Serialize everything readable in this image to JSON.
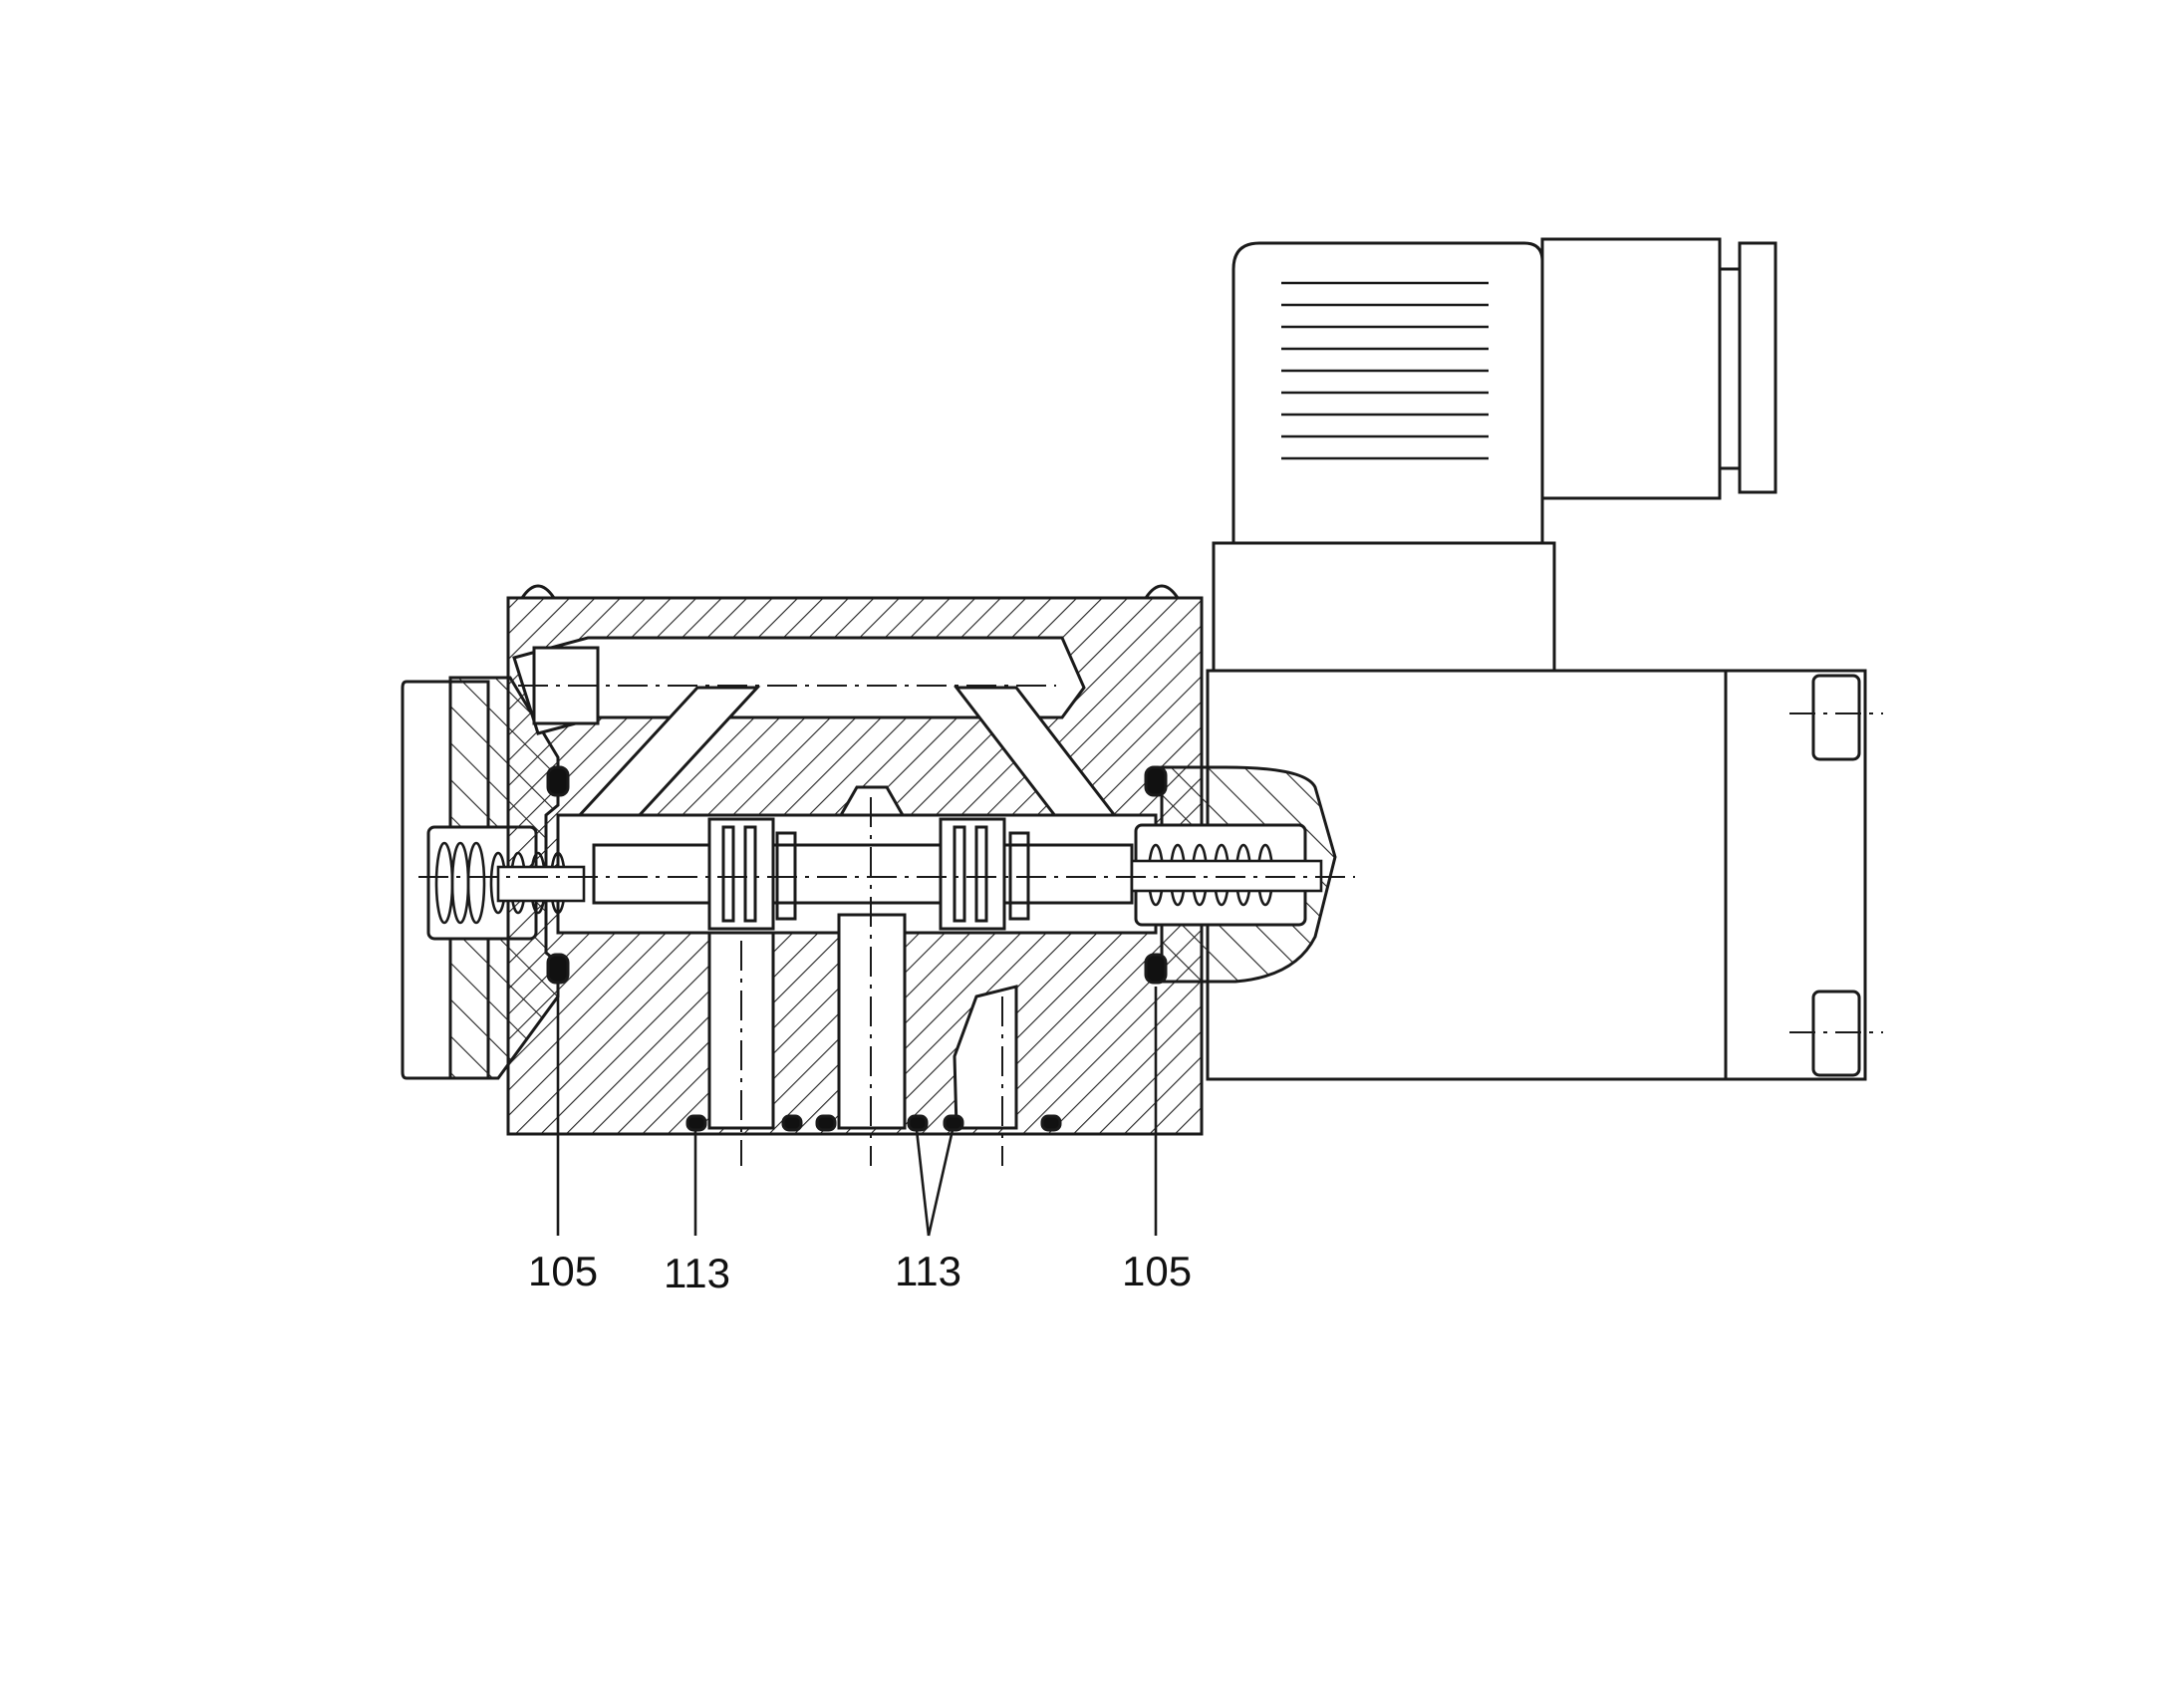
{
  "callouts": {
    "left_seal": "105",
    "bottom_seal_left": "113",
    "bottom_seals_center": "113",
    "right_seal": "105"
  },
  "colors": {
    "ink": "#1a1a1a",
    "paper": "#ffffff"
  }
}
